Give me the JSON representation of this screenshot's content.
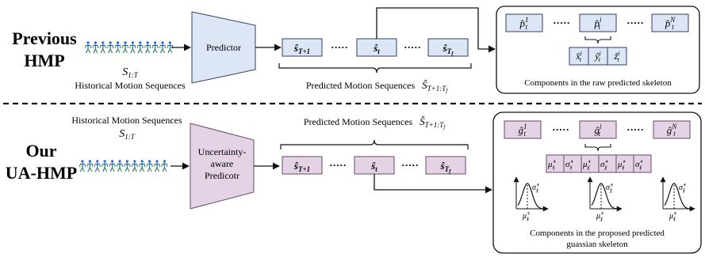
{
  "top": {
    "label_line1": "Previous",
    "label_line2": "HMP",
    "input_symbol": "S",
    "input_subscript": "1:T",
    "input_caption": "Historical Motion Sequences",
    "predictor_label": "Predictor",
    "states": [
      {
        "main": "ŝ",
        "sub": "T+1"
      },
      {
        "main": "ŝ",
        "sub": "t"
      },
      {
        "main": "ŝ",
        "sub": "T",
        "subsub": "f"
      }
    ],
    "ellipsis": "·····",
    "output_caption": "Predicted Motion Sequences",
    "output_symbol": "Ŝ",
    "output_subscript": "T+1:T",
    "output_subsub": "f",
    "panel": {
      "joints": [
        {
          "main": "p̂",
          "sub": "t",
          "sup": "1"
        },
        {
          "main": "p̂",
          "sub": "t",
          "sup": "i"
        },
        {
          "main": "p̂",
          "sub": "t",
          "sup": "N"
        }
      ],
      "coords": [
        {
          "main": "x̂",
          "sub": "t",
          "sup": "i"
        },
        {
          "main": "ŷ",
          "sub": "t",
          "sup": "i"
        },
        {
          "main": "ẑ",
          "sub": "t",
          "sup": "i"
        }
      ],
      "caption": "Components in the raw predicted skeleton"
    }
  },
  "bottom": {
    "label_line1": "Our",
    "label_line2": "UA-HMP",
    "input_caption": "Historical Motion Sequences",
    "input_symbol": "S",
    "input_subscript": "1:T",
    "predictor_lines": [
      "Uncertainty-",
      "aware",
      "Predicotr"
    ],
    "states": [
      {
        "main": "ŝ",
        "sub": "T+1"
      },
      {
        "main": "ŝ",
        "sub": "t"
      },
      {
        "main": "ŝ",
        "sub": "T",
        "subsub": "f"
      }
    ],
    "ellipsis": "·····",
    "output_caption": "Predicted Motion Sequences",
    "output_symbol": "Ŝ",
    "output_subscript": "T+1:T",
    "output_subsub": "f",
    "panel": {
      "joints": [
        {
          "main": "ĝ",
          "sub": "t",
          "sup": "1"
        },
        {
          "main": "ĝ",
          "sub": "t",
          "sup": "i"
        },
        {
          "main": "ĝ",
          "sub": "t",
          "sup": "N"
        }
      ],
      "params": [
        {
          "main": "μ̂",
          "sub": "x"
        },
        {
          "main": "σ̂",
          "sub": "x"
        },
        {
          "main": "μ̂",
          "sub": "y"
        },
        {
          "main": "σ̂",
          "sub": "y"
        },
        {
          "main": "μ̂",
          "sub": "z"
        },
        {
          "main": "σ̂",
          "sub": "z"
        }
      ],
      "param_index": "i",
      "param_time": "t",
      "curves": [
        {
          "axis": "x"
        },
        {
          "axis": "y"
        },
        {
          "axis": "z"
        }
      ],
      "caption_line1": "Components in the proposed predicted",
      "caption_line2": "guassian skeleton"
    }
  },
  "colors": {
    "blue_fill": "#dce6f5",
    "blue_stroke": "#2f3f66",
    "purple_fill": "#e4d3e4",
    "purple_stroke": "#6a4a6a",
    "skeleton_green": "#3a9a3a",
    "skeleton_blue": "#2c5fd8",
    "line": "#111111"
  }
}
